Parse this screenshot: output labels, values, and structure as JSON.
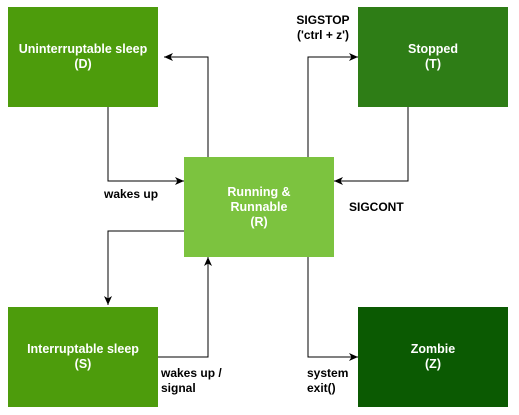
{
  "states": {
    "running": {
      "line1": "Running &",
      "line2": "Runnable",
      "code": "(R)",
      "color": "#7cc33f"
    },
    "uninterruptible": {
      "label": "Uninterruptable sleep",
      "code": "(D)",
      "color": "#4d9c0c"
    },
    "stopped": {
      "label": "Stopped",
      "code": "(T)",
      "color": "#2e7d16"
    },
    "interruptible": {
      "label": "Interruptable sleep",
      "code": "(S)",
      "color": "#4d9c0c"
    },
    "zombie": {
      "label": "Zombie",
      "code": "(Z)",
      "color": "#0b5a02"
    }
  },
  "edges": {
    "wakes_up": "wakes up",
    "sigstop_line1": "SIGSTOP",
    "sigstop_line2": "('ctrl + z')",
    "sigcont": "SIGCONT",
    "wakes_up_signal_line1": "wakes up /",
    "wakes_up_signal_line2": "signal",
    "system_exit_line1": "system",
    "system_exit_line2": "exit()"
  }
}
